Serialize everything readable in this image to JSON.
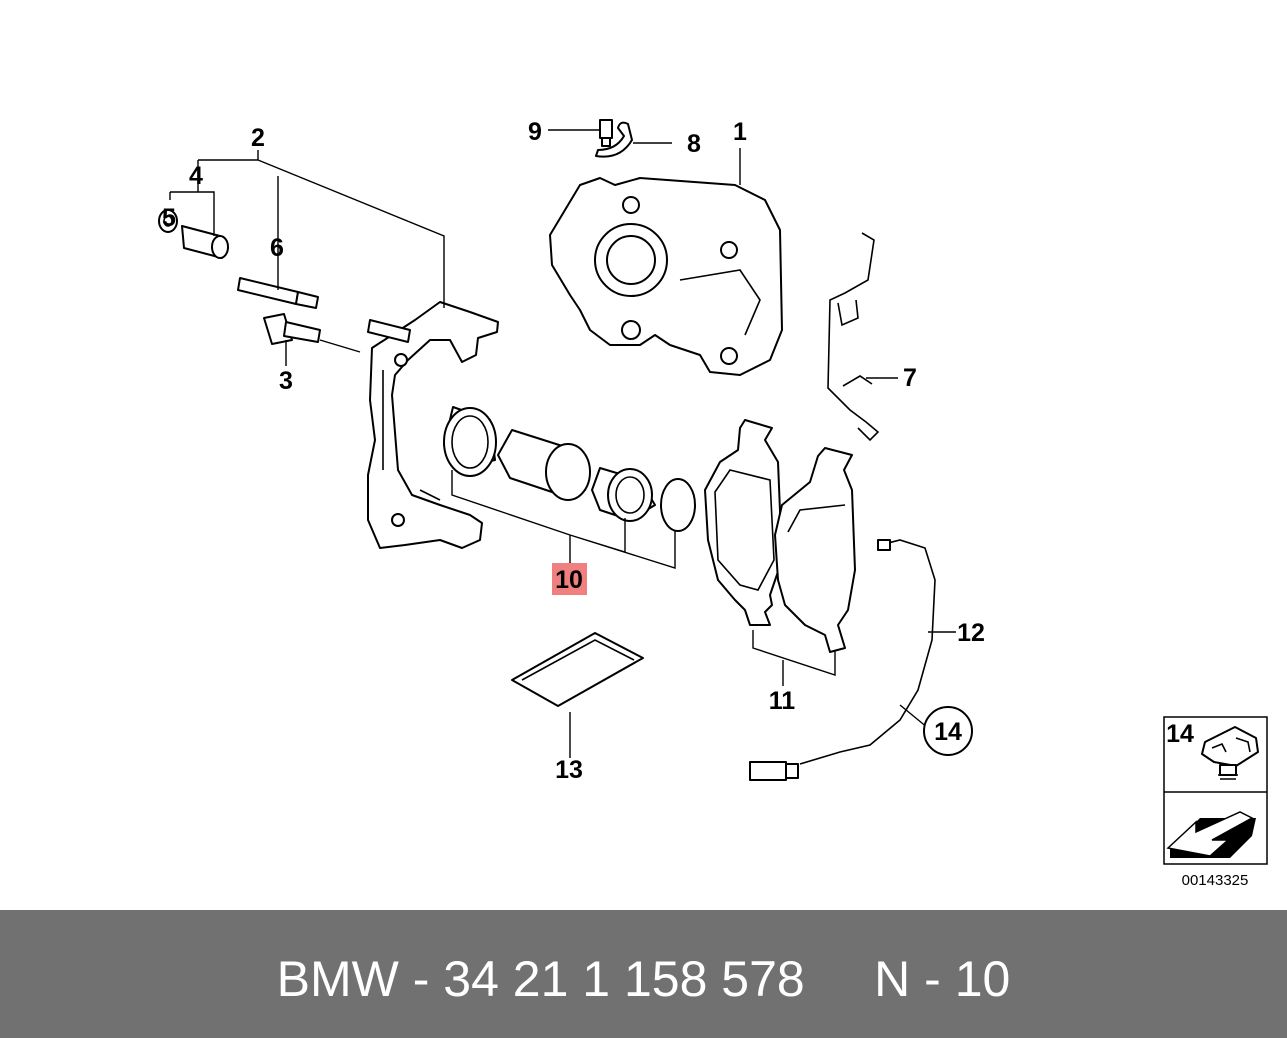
{
  "callouts": {
    "c1": "1",
    "c2": "2",
    "c3": "3",
    "c4": "4",
    "c5": "5",
    "c6": "6",
    "c7": "7",
    "c8": "8",
    "c9": "9",
    "c10": "10",
    "c11": "11",
    "c12": "12",
    "c13": "13",
    "c14": "14"
  },
  "inset": {
    "label": "14"
  },
  "diagram_number": "00143325",
  "highlight_color": "#f08080",
  "footer": {
    "part_label": "BMW - 34 21 1 158 578     N - 10",
    "background": "#717171"
  }
}
